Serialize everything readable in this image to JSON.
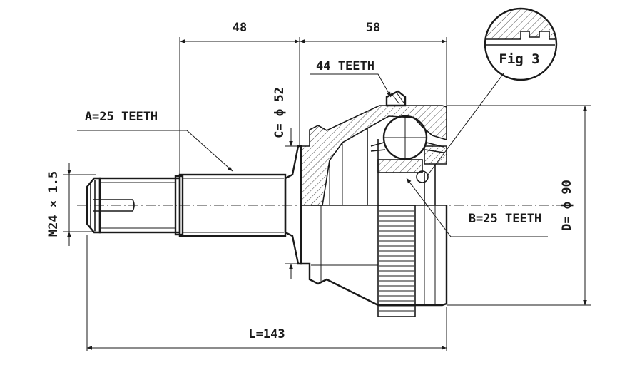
{
  "dimensions": {
    "len_48": "48",
    "len_58": "58",
    "length_total": "L=143",
    "thread": "M24 × 1.5",
    "dia_c": "C= ϕ 52",
    "dia_d": "D= ϕ 90"
  },
  "labels": {
    "teeth_a": "A=25 TEETH",
    "teeth_44": "44 TEETH",
    "teeth_b": "B=25 TEETH",
    "fig": "Fig 3"
  }
}
